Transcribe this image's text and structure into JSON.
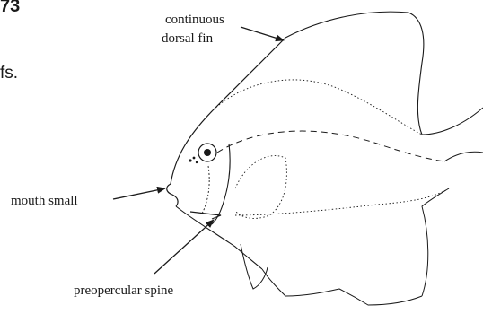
{
  "fragments": {
    "page_number": "73",
    "text": "fs."
  },
  "labels": {
    "dorsal_line1": "continuous",
    "dorsal_line2": "dorsal fin",
    "mouth": "mouth small",
    "spine": "preopercular spine"
  },
  "colors": {
    "ink": "#1a1a1a",
    "background": "#ffffff"
  }
}
